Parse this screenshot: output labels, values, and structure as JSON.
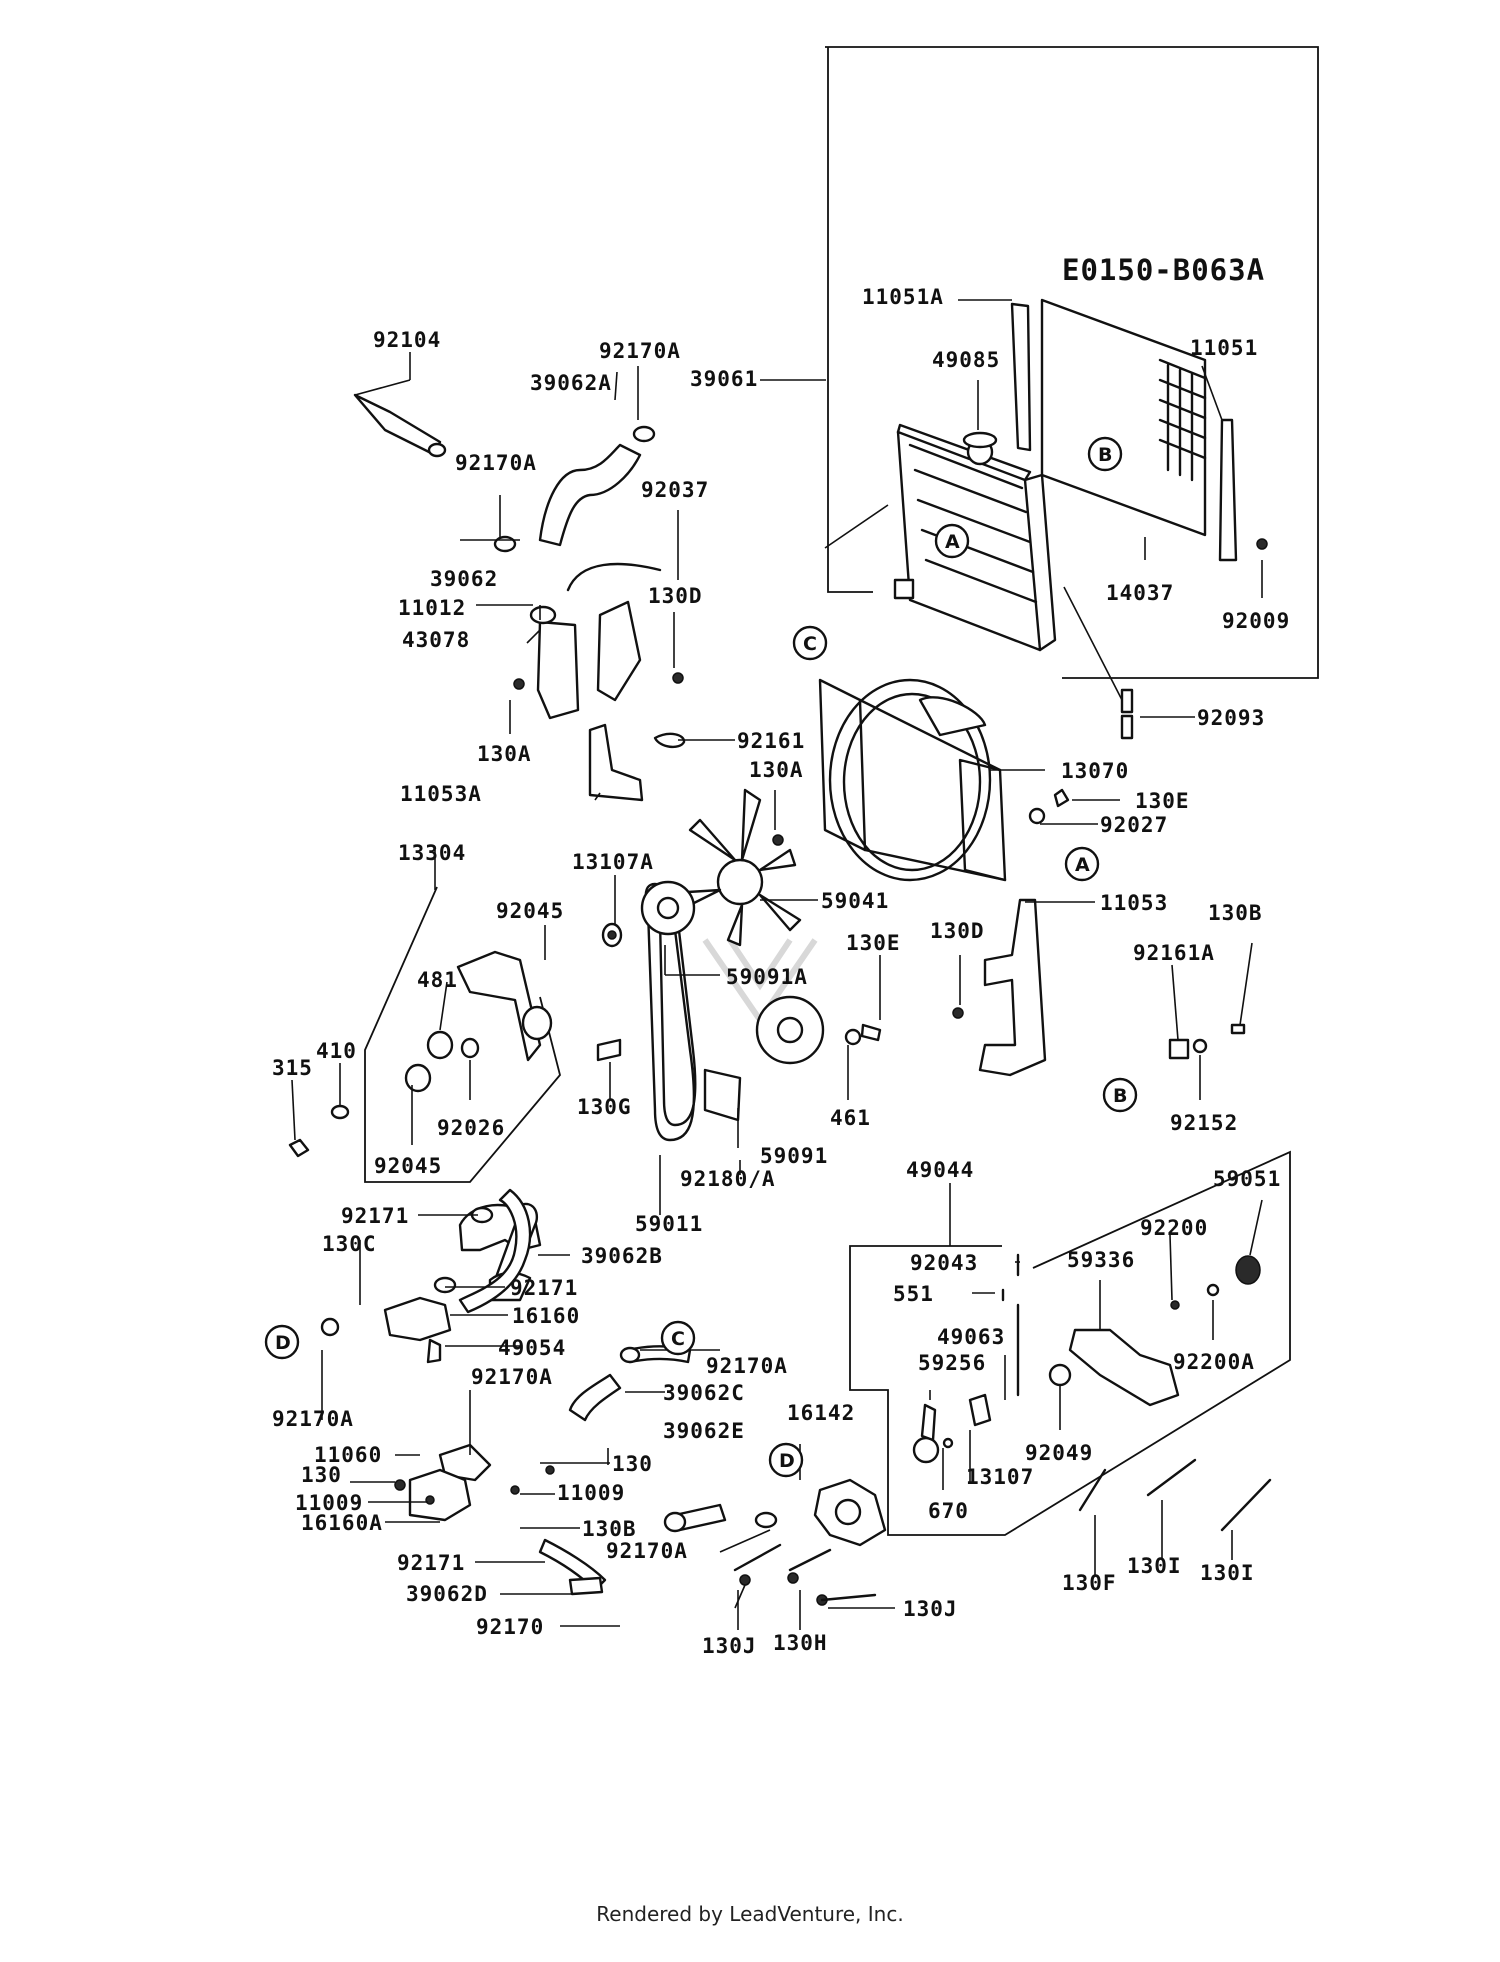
{
  "diagram_code": "E0150-B063A",
  "footer": "Rendered by LeadVenture, Inc.",
  "callouts": [
    "A",
    "B",
    "C",
    "D"
  ],
  "part_numbers": {
    "p92104": "92104",
    "p92170A_1": "92170A",
    "p39062A": "39062A",
    "p39061": "39061",
    "p11051A": "11051A",
    "p49085": "49085",
    "p11051": "11051",
    "p92170A_2": "92170A",
    "p92037": "92037",
    "p39062": "39062",
    "p11012": "11012",
    "p130D_1": "130D",
    "p43078": "43078",
    "p14037": "14037",
    "p92009": "92009",
    "p92093": "92093",
    "p130A_1": "130A",
    "p92161": "92161",
    "p11053A": "11053A",
    "p13070": "13070",
    "p130A_2": "130A",
    "p130E_1": "130E",
    "p92027": "92027",
    "p13304": "13304",
    "p13107A": "13107A",
    "p59041": "59041",
    "p11053": "11053",
    "p92045_1": "92045",
    "p130D_2": "130D",
    "p130E_2": "130E",
    "p130B_1": "130B",
    "p481": "481",
    "p59091A": "59091A",
    "p92161A": "92161A",
    "p410": "410",
    "p315": "315",
    "p130G": "130G",
    "p92026": "92026",
    "p461": "461",
    "p59091": "59091",
    "p92152": "92152",
    "p92045_2": "92045",
    "p92180A": "92180/A",
    "p49044": "49044",
    "p59051": "59051",
    "p59011": "59011",
    "p92171_1": "92171",
    "p130C": "130C",
    "p39062B": "39062B",
    "p92200": "92200",
    "p92043": "92043",
    "p59336": "59336",
    "p92171_2": "92171",
    "p551": "551",
    "p16160": "16160",
    "p49054": "49054",
    "p49063": "49063",
    "p92170A_3": "92170A",
    "p92170A_4": "92170A",
    "p92200A": "92200A",
    "p59256": "59256",
    "p39062C": "39062C",
    "p92170A_5": "92170A",
    "p16142": "16142",
    "p39062E": "39062E",
    "p11060": "11060",
    "p130_1": "130",
    "p92049": "92049",
    "p13107": "13107",
    "p130_2": "130",
    "p11009_1": "11009",
    "p11009_2": "11009",
    "p670": "670",
    "p16160A": "16160A",
    "p130B_2": "130B",
    "p92170A_6": "92170A",
    "p92171_3": "92171",
    "p39062D": "39062D",
    "p130J_1": "130J",
    "p130F": "130F",
    "p130I_1": "130I",
    "p130I_2": "130I",
    "p92170": "92170",
    "p130J_2": "130J",
    "p130H": "130H"
  }
}
